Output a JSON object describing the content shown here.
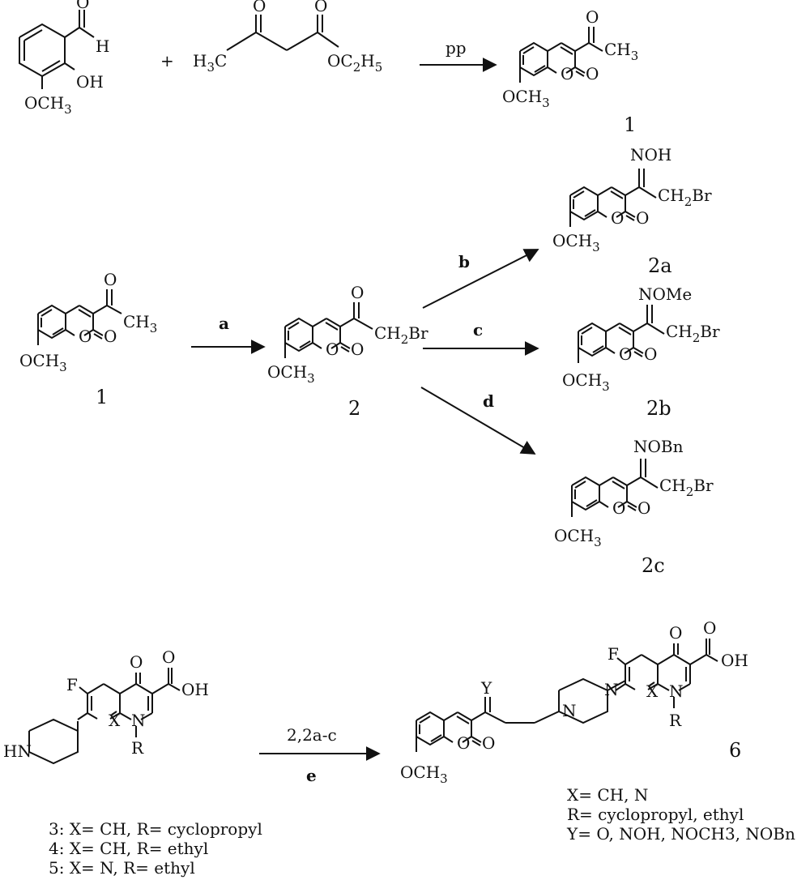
{
  "reaction1": {
    "aldehyde": {
      "h": "H",
      "oh": "OH",
      "ome": "OCH",
      "ome_sub": "3"
    },
    "plus": "+",
    "ester": {
      "o": "O",
      "h3c_a": "H",
      "h3c_sub": "3",
      "h3c_b": "C",
      "oet_a": "OC",
      "oet_sub1": "2",
      "oet_b": "H",
      "oet_sub2": "5"
    },
    "reagent": "pp",
    "product": {
      "o_exo": "O",
      "ch3": "CH",
      "ch3_sub": "3",
      "o_ring": "O",
      "o_carbonyl": "O",
      "ome": "OCH",
      "ome_sub": "3",
      "number": "1"
    }
  },
  "reaction2": {
    "start": {
      "o_exo": "O",
      "ch3": "CH",
      "ch3_sub": "3",
      "o_ring": "O",
      "o_carbonyl": "O",
      "ome": "OCH",
      "ome_sub": "3",
      "number": "1"
    },
    "reagent_a": "a",
    "compound2": {
      "o_exo": "O",
      "ch2br_a": "CH",
      "ch2br_sub": "2",
      "ch2br_b": "Br",
      "o_ring": "O",
      "o_carbonyl": "O",
      "ome": "OCH",
      "ome_sub": "3",
      "number": "2"
    },
    "reagent_b": "b",
    "reagent_c": "c",
    "reagent_d": "d",
    "compound2a": {
      "oxime": "NOH",
      "ch2br_a": "CH",
      "ch2br_sub": "2",
      "ch2br_b": "Br",
      "o_ring": "O",
      "o_carbonyl": "O",
      "ome": "OCH",
      "ome_sub": "3",
      "number": "2a"
    },
    "compound2b": {
      "oxime": "NOMe",
      "ch2br_a": "CH",
      "ch2br_sub": "2",
      "ch2br_b": "Br",
      "o_ring": "O",
      "o_carbonyl": "O",
      "ome": "OCH",
      "ome_sub": "3",
      "number": "2b"
    },
    "compound2c": {
      "oxime": "NOBn",
      "ch2br_a": "CH",
      "ch2br_sub": "2",
      "ch2br_b": "Br",
      "o_ring": "O",
      "o_carbonyl": "O",
      "ome": "OCH",
      "ome_sub": "3",
      "number": "2c"
    }
  },
  "reaction3": {
    "quinolone": {
      "f": "F",
      "o": "O",
      "oh": "OH",
      "hn": "HN",
      "x": "X",
      "n": "N",
      "r": "R"
    },
    "legend": [
      "3: X= CH, R= cyclopropyl",
      "4: X= CH, R= ethyl",
      "5: X= N, R= ethyl"
    ],
    "reagent_top": "2,2a-c",
    "reagent_e": "e",
    "product6": {
      "y": "Y",
      "f": "F",
      "o": "O",
      "oh": "OH",
      "x": "X",
      "n": "N",
      "r": "R",
      "o_ring": "O",
      "o_carbonyl": "O",
      "ome": "OCH",
      "ome_sub": "3",
      "number": "6"
    },
    "product_legend": [
      "X= CH, N",
      "R= cyclopropyl, ethyl",
      "Y= O, NOH, NOCH3, NOBn"
    ]
  }
}
